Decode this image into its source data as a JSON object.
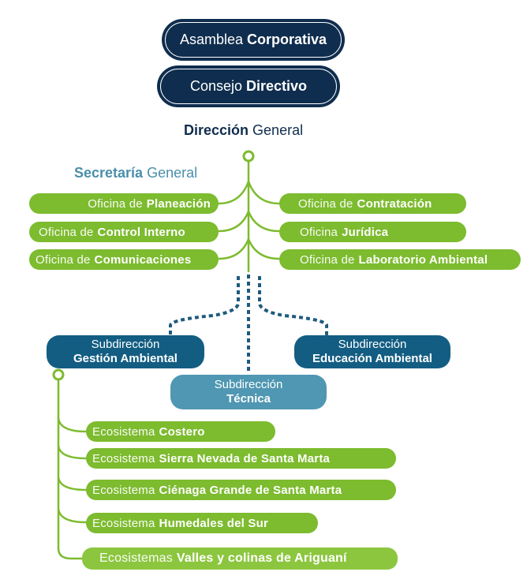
{
  "top": [
    {
      "light": "Asamblea",
      "bold": "Corporativa"
    },
    {
      "light": "Consejo",
      "bold": "Directivo"
    }
  ],
  "direccion": {
    "bold": "Dirección",
    "light": "General"
  },
  "secretaria": {
    "bold": "Secretaría",
    "light": "General"
  },
  "oficinas_left": [
    {
      "light": "Oficina de",
      "bold": "Planeación"
    },
    {
      "light": "Oficina de",
      "bold": "Control Interno"
    },
    {
      "light": "Oficina de",
      "bold": "Comunicaciones"
    }
  ],
  "oficinas_right": [
    {
      "light": "Oficina de",
      "bold": "Contratación"
    },
    {
      "light": "Oficina",
      "bold": "Jurídica"
    },
    {
      "light": "Oficina de",
      "bold": "Laboratorio Ambiental"
    }
  ],
  "subdirecciones": [
    {
      "light": "Subdirección",
      "bold": "Gestión Ambiental"
    },
    {
      "light": "Subdirección",
      "bold": "Educación Ambiental"
    },
    {
      "light": "Subdirección",
      "bold": "Técnica"
    }
  ],
  "ecosistemas": [
    {
      "light": "Ecosistema",
      "bold": "Costero"
    },
    {
      "light": "Ecosistema",
      "bold": "Sierra Nevada de Santa Marta"
    },
    {
      "light": "Ecosistema",
      "bold": "Ciénaga Grande de Santa Marta"
    },
    {
      "light": "Ecosistema",
      "bold": "Humedales del Sur"
    },
    {
      "light": "Ecosistemas",
      "bold": "Valles y colinas de Ariguaní"
    }
  ],
  "colors": {
    "navy": "#0f2d4e",
    "green": "#7dbb2f",
    "blue": "#135d82",
    "lightblue": "#4f97b2",
    "teal": "#4a8faa"
  }
}
